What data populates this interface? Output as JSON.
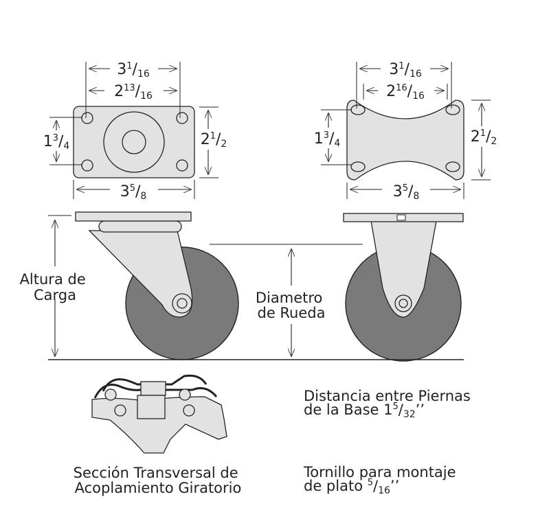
{
  "swivel_plate": {
    "outer_width": {
      "whole": "3",
      "num": "1",
      "den": "16"
    },
    "inner_width": {
      "whole": "2",
      "num": "13",
      "den": "16"
    },
    "inner_height": {
      "whole": "1",
      "num": "3",
      "den": "4"
    },
    "outer_height": {
      "whole": "2",
      "num": "1",
      "den": "2"
    },
    "plate_length": {
      "whole": "3",
      "num": "5",
      "den": "8"
    }
  },
  "rigid_plate": {
    "outer_width": {
      "whole": "3",
      "num": "1",
      "den": "16"
    },
    "inner_width": {
      "whole": "2",
      "num": "16",
      "den": "16"
    },
    "inner_height": {
      "whole": "1",
      "num": "3",
      "den": "4"
    },
    "outer_height": {
      "whole": "2",
      "num": "1",
      "den": "2"
    },
    "plate_length": {
      "whole": "3",
      "num": "5",
      "den": "8"
    }
  },
  "labels": {
    "load_height_line1": "Altura de",
    "load_height_line2": "Carga",
    "wheel_diameter_line1": "Diametro",
    "wheel_diameter_line2": "de Rueda",
    "cross_section_line1": "Sección Transversal de",
    "cross_section_line2": "Acoplamiento Giratorio",
    "leg_distance_line1": "Distancia entre Piernas",
    "leg_distance_line2": "de la Base 1",
    "leg_distance_num": "5",
    "leg_distance_den": "32",
    "leg_distance_mark": "’’",
    "bolt_line1": "Tornillo para montaje",
    "bolt_line2": "de plato ",
    "bolt_num": "5",
    "bolt_den": "16",
    "bolt_mark": "’’"
  }
}
